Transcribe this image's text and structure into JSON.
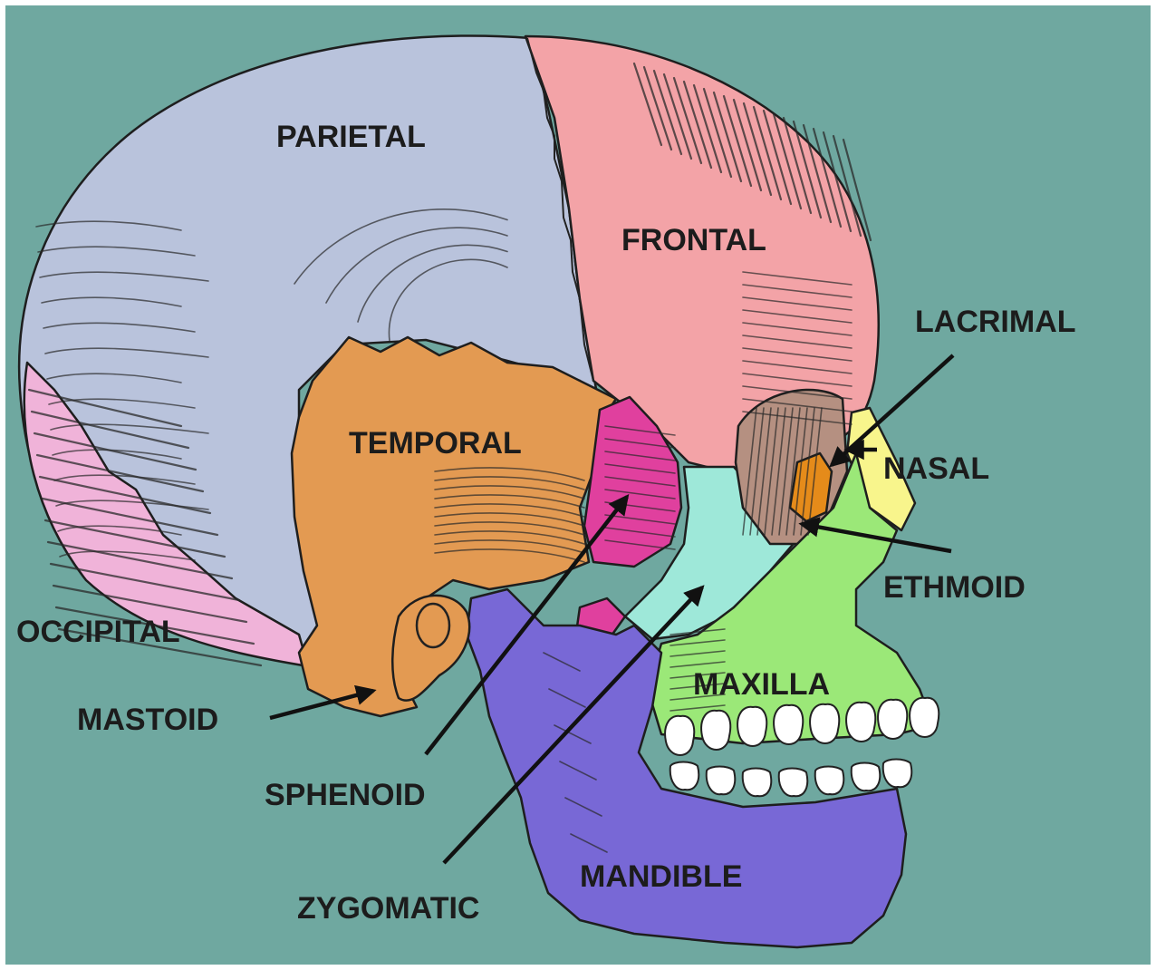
{
  "colors": {
    "background": "#6fa8a0",
    "frame": "#ffffff",
    "parietal": "#b9c3dc",
    "frontal": "#f3a3a7",
    "temporal": "#e39a52",
    "occipital": "#f0b3d9",
    "sphenoid": "#e0409e",
    "zygomatic": "#9ee8d9",
    "maxilla": "#9be878",
    "mandible": "#7868d6",
    "nasal": "#f8f58c",
    "lacrimal": "#e58b1a",
    "ethmoid": "#b59081",
    "teeth": "#ffffff",
    "label_text": "#1c1c1c"
  },
  "labels": {
    "parietal": "PARIETAL",
    "frontal": "FRONTAL",
    "temporal": "TEMPORAL",
    "lacrimal": "LACRIMAL",
    "nasal": "NASAL",
    "ethmoid": "ETHMOID",
    "occipital": "OCCIPITAL",
    "maxilla": "MAXILLA",
    "mastoid": "MASTOID",
    "sphenoid": "SPHENOID",
    "mandible": "MANDIBLE",
    "zygomatic": "ZYGOMATIC"
  }
}
